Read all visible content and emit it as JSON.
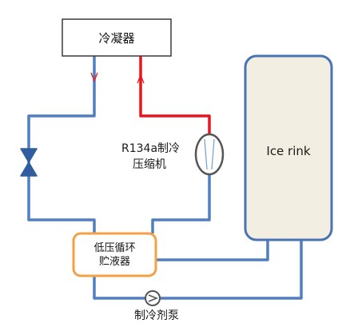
{
  "condenser": {
    "label": "冷凝器"
  },
  "compressor": {
    "label_line1": "R134a制冷",
    "label_line2": "压缩机"
  },
  "rink": {
    "label": "Ice rink"
  },
  "receiver": {
    "label_line1": "低压循环",
    "label_line2": "贮液器"
  },
  "pump": {
    "label": "制冷剂泵"
  },
  "colors": {
    "pipe": "#4f7fc0",
    "hot_pipe": "#e8141e",
    "receiver_border": "#f4a044",
    "rink_fill": "#f2efe2",
    "rink_border": "#4a73b3"
  }
}
